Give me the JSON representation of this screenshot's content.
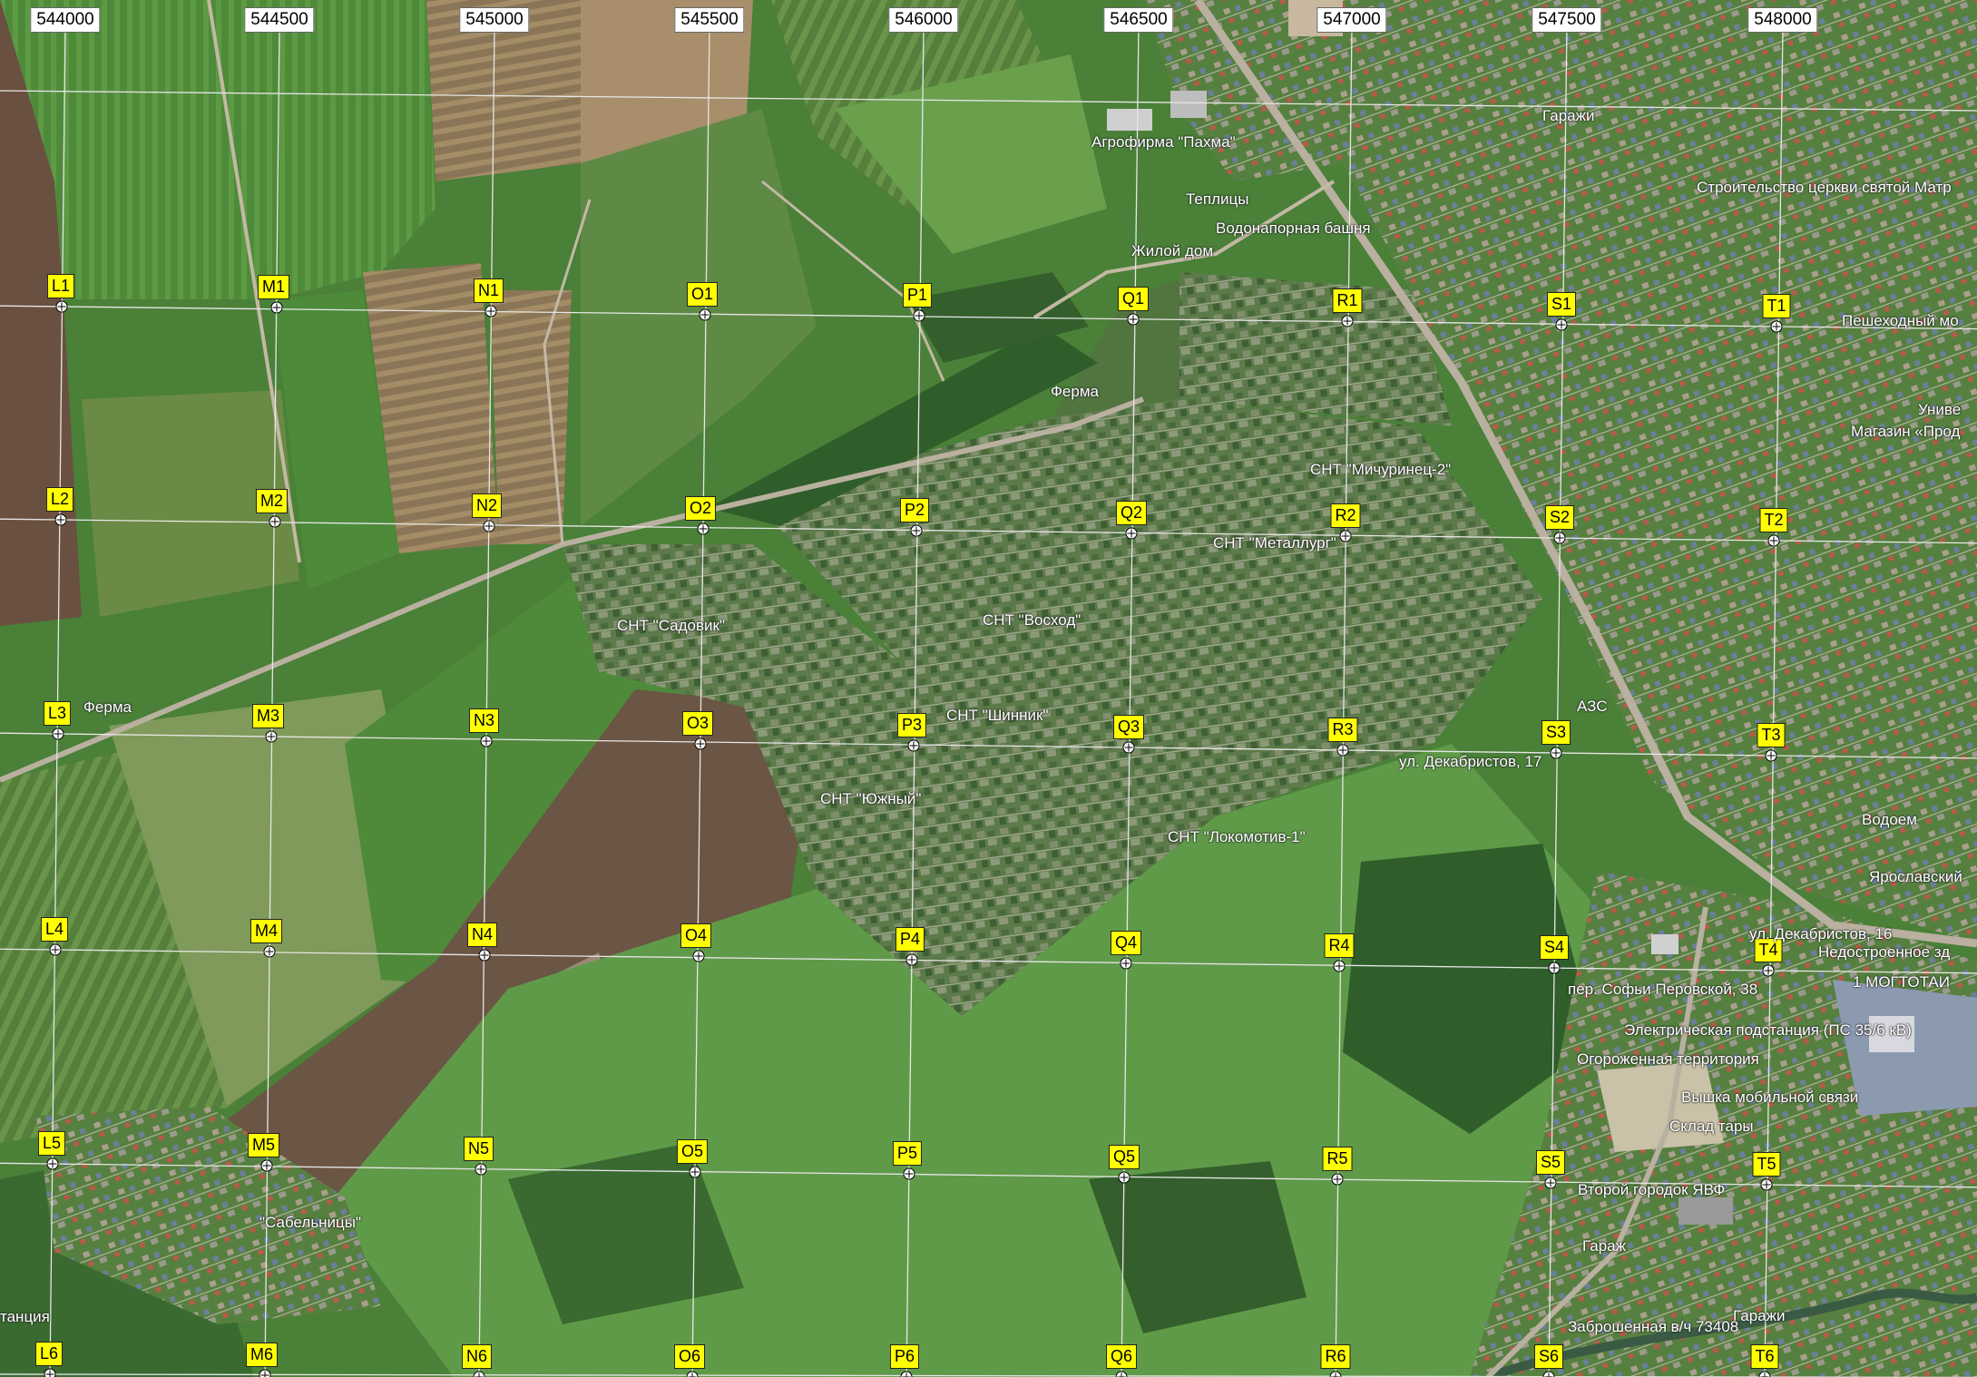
{
  "easting_labels": [
    "544000",
    "544500",
    "545000",
    "545500",
    "546000",
    "546500",
    "547000",
    "547500",
    "548000"
  ],
  "point_columns": [
    "L",
    "M",
    "N",
    "O",
    "P",
    "Q",
    "R",
    "S",
    "T"
  ],
  "point_rows": [
    "1",
    "2",
    "3",
    "4",
    "5",
    "6"
  ],
  "point_labels": {
    "L": [
      "L1",
      "L2",
      "L3",
      "L4",
      "L5",
      "L6"
    ],
    "M": [
      "M1",
      "M2",
      "M3",
      "M4",
      "M5",
      "M6"
    ],
    "N": [
      "N1",
      "N2",
      "N3",
      "N4",
      "N5",
      "N6"
    ],
    "O": [
      "O1",
      "O2",
      "O3",
      "O4",
      "O5",
      "O6"
    ],
    "P": [
      "P1",
      "P2",
      "P3",
      "P4",
      "P5",
      "P6"
    ],
    "Q": [
      "Q1",
      "Q2",
      "Q3",
      "Q4",
      "Q5",
      "Q6"
    ],
    "R": [
      "R1",
      "R2",
      "R3",
      "R4",
      "R5",
      "R6"
    ],
    "S": [
      "S1",
      "S2",
      "S3",
      "S4",
      "S5",
      "S6"
    ],
    "T": [
      "T1",
      "T2",
      "T3",
      "T4",
      "T5",
      "T6"
    ]
  },
  "places": [
    "Агрофирма \"Пахма\"",
    "Теплицы",
    "Водонапорная башня",
    "Жилой дом",
    "Ферма",
    "СНТ \"Мичуринец-2\"",
    "СНТ \"Металлург\"",
    "СНТ \"Садовик\"",
    "СНТ \"Восход\"",
    "Ферма",
    "СНТ \"Шинник\"",
    "СНТ \"Южный\"",
    "СНТ \"Локомотив-1\"",
    "АЗС",
    "ул. Декабристов, 17",
    "Водоем",
    "Ярославский",
    "ул. Декабристов, 16",
    "Недостроенное зд",
    "1 МОГТОТАИ",
    "пер. Софьи Перовской, 38",
    "Электрическая подстанция (ПС 35/6 кВ)",
    "Огороженная территория",
    "Вышка мобильной связи",
    "Склад тары",
    "Второй городок ЯВФ",
    "Гараж",
    "Гаражи",
    "Заброшенная в/ч 73408",
    "\"Сабельницы\"",
    "Гаражи",
    "Строительство церкви святой Матр",
    "Пешеходный мо",
    "Униве",
    "Магазин «Прод",
    "танция"
  ],
  "colors": {
    "label_fill": "#ffff00",
    "grid_line": "#e6e6e6",
    "field_green": "#4f8a3a",
    "field_brown": "#6b5544",
    "forest": "#2f5e2a",
    "meadow": "#5f9a48",
    "settlement": "#8a9a7c",
    "road": "#b9b0a0"
  }
}
